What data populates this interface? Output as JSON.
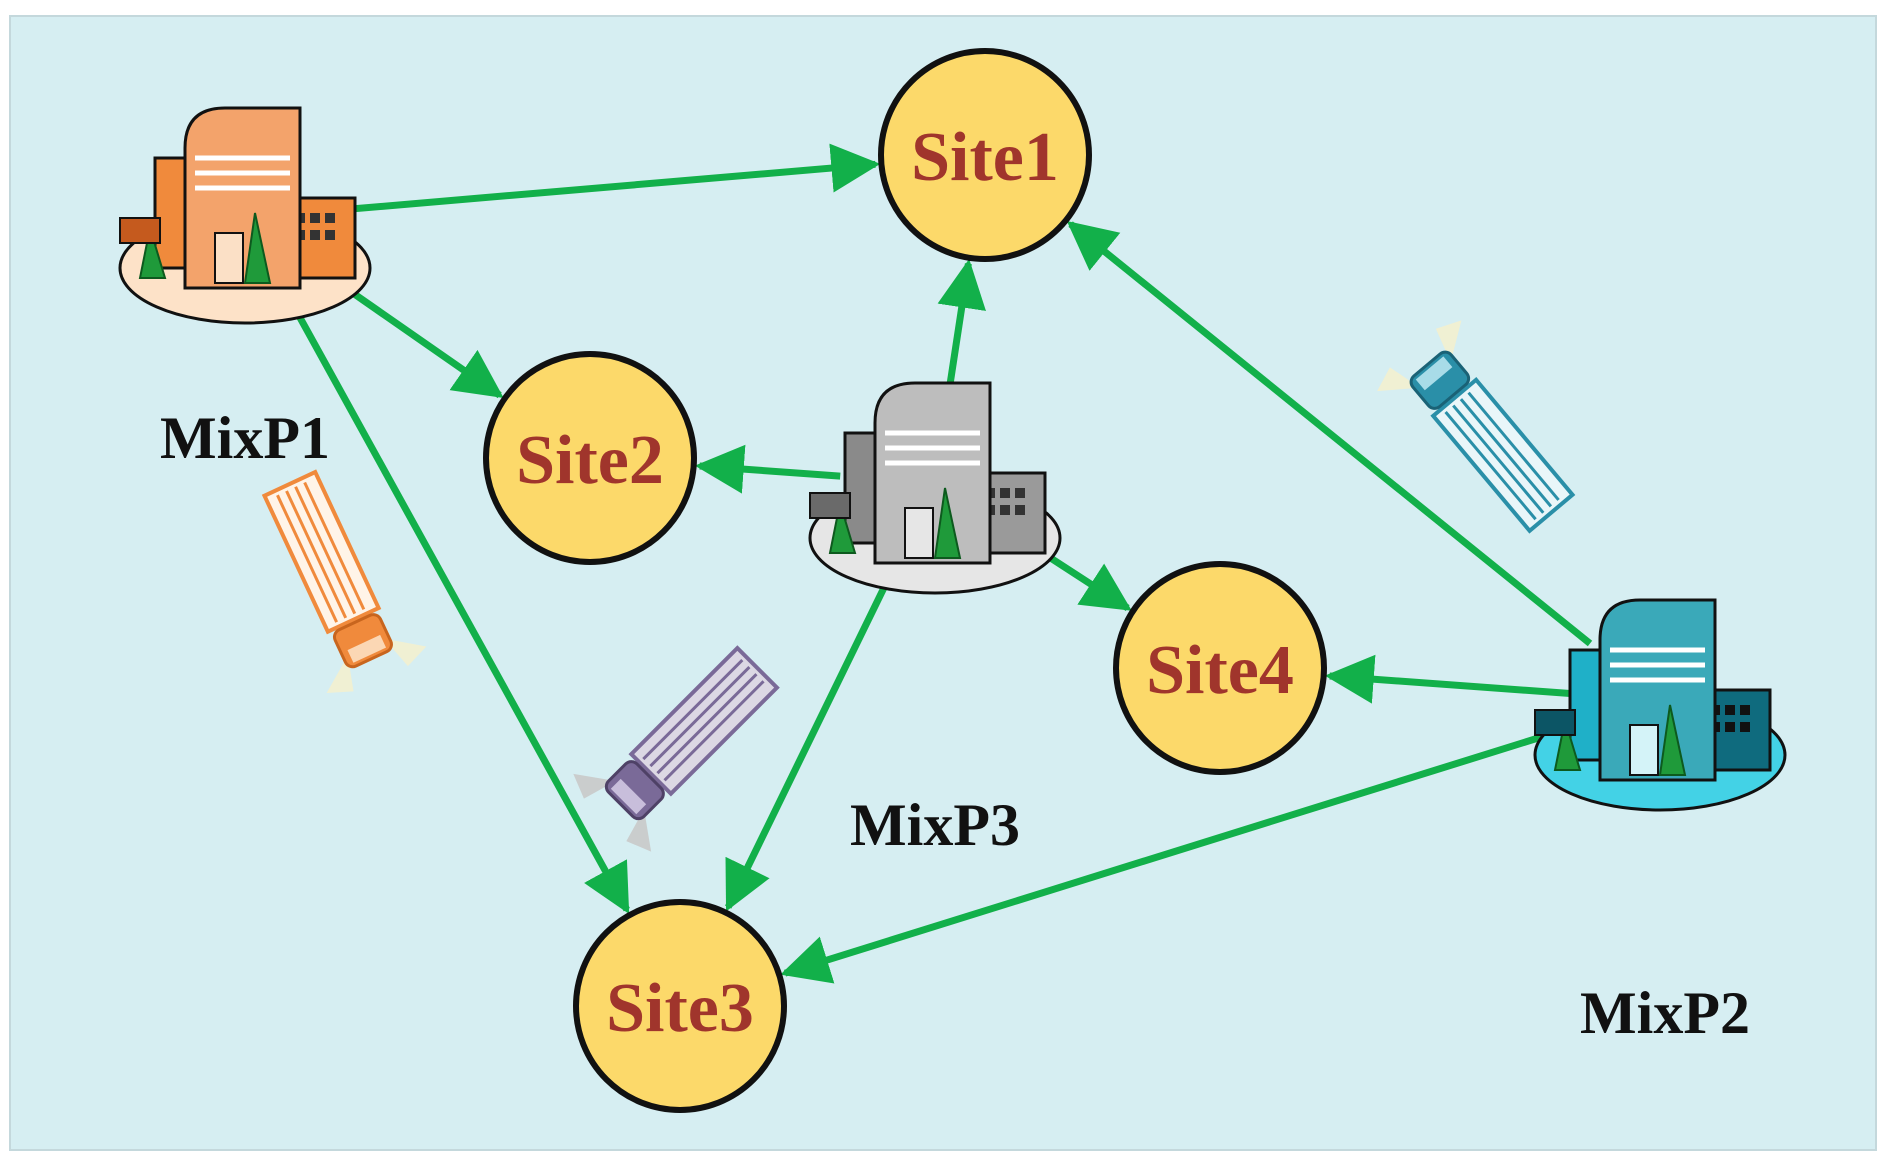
{
  "colors": {
    "background": "#d6eef2",
    "border": "#c4d8dc",
    "edge": "#12b04a",
    "site_fill": "#fcd96a",
    "site_stroke": "#111111",
    "site_text": "#a0352c",
    "plant_text": "#111111",
    "mixp1_building": "#f08a3c",
    "mixp2_building": "#1fb0c8",
    "mixp3_building": "#9a9a9a",
    "truck_orange": "#f08a3c",
    "truck_teal": "#2a8fa8",
    "truck_purple": "#7a6a98"
  },
  "plants": [
    {
      "id": "mixp1",
      "label": "MixP1",
      "icon": "orange-building-icon"
    },
    {
      "id": "mixp2",
      "label": "MixP2",
      "icon": "teal-building-icon"
    },
    {
      "id": "mixp3",
      "label": "MixP3",
      "icon": "gray-building-icon"
    }
  ],
  "sites": [
    {
      "id": "site1",
      "label": "Site1"
    },
    {
      "id": "site2",
      "label": "Site2"
    },
    {
      "id": "site3",
      "label": "Site3"
    },
    {
      "id": "site4",
      "label": "Site4"
    }
  ],
  "edges": [
    {
      "from": "mixp1",
      "to": "site1"
    },
    {
      "from": "mixp1",
      "to": "site2"
    },
    {
      "from": "mixp1",
      "to": "site3"
    },
    {
      "from": "mixp3",
      "to": "site1"
    },
    {
      "from": "mixp3",
      "to": "site2"
    },
    {
      "from": "mixp3",
      "to": "site3"
    },
    {
      "from": "mixp3",
      "to": "site4"
    },
    {
      "from": "mixp2",
      "to": "site1"
    },
    {
      "from": "mixp2",
      "to": "site3"
    },
    {
      "from": "mixp2",
      "to": "site4"
    }
  ],
  "trucks": [
    {
      "id": "truck-orange",
      "icon": "concrete-truck-icon"
    },
    {
      "id": "truck-teal",
      "icon": "concrete-truck-icon"
    },
    {
      "id": "truck-purple",
      "icon": "concrete-truck-icon"
    }
  ]
}
